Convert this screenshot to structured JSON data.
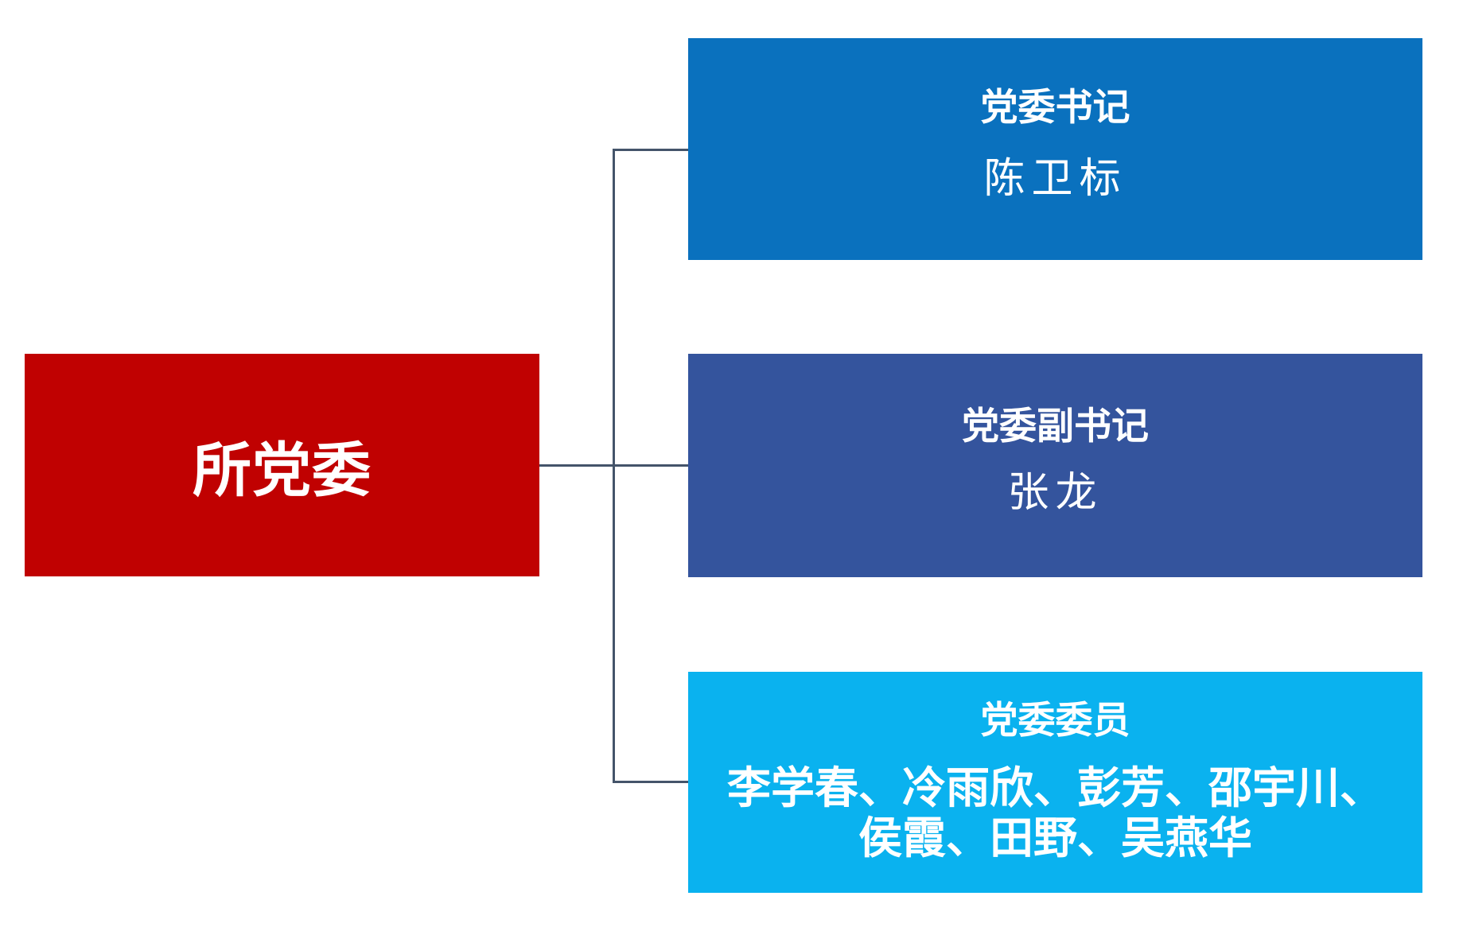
{
  "org_chart": {
    "root": {
      "label": "所党委"
    },
    "branches": [
      {
        "title": "党委书记",
        "name": "陈卫标"
      },
      {
        "title": "党委副书记",
        "name": "张龙"
      },
      {
        "title": "党委委员",
        "members_line1": "李学春、冷雨欣、彭芳、邵宇川、",
        "members_line2": "侯霞、田野、吴燕华"
      }
    ],
    "colors": {
      "root_bg": "#C00101",
      "branch1_bg": "#0A71BE",
      "branch2_bg": "#34549D",
      "branch3_bg": "#0AB2EF",
      "connector": "#44546A",
      "text": "#FFFFFF"
    }
  }
}
